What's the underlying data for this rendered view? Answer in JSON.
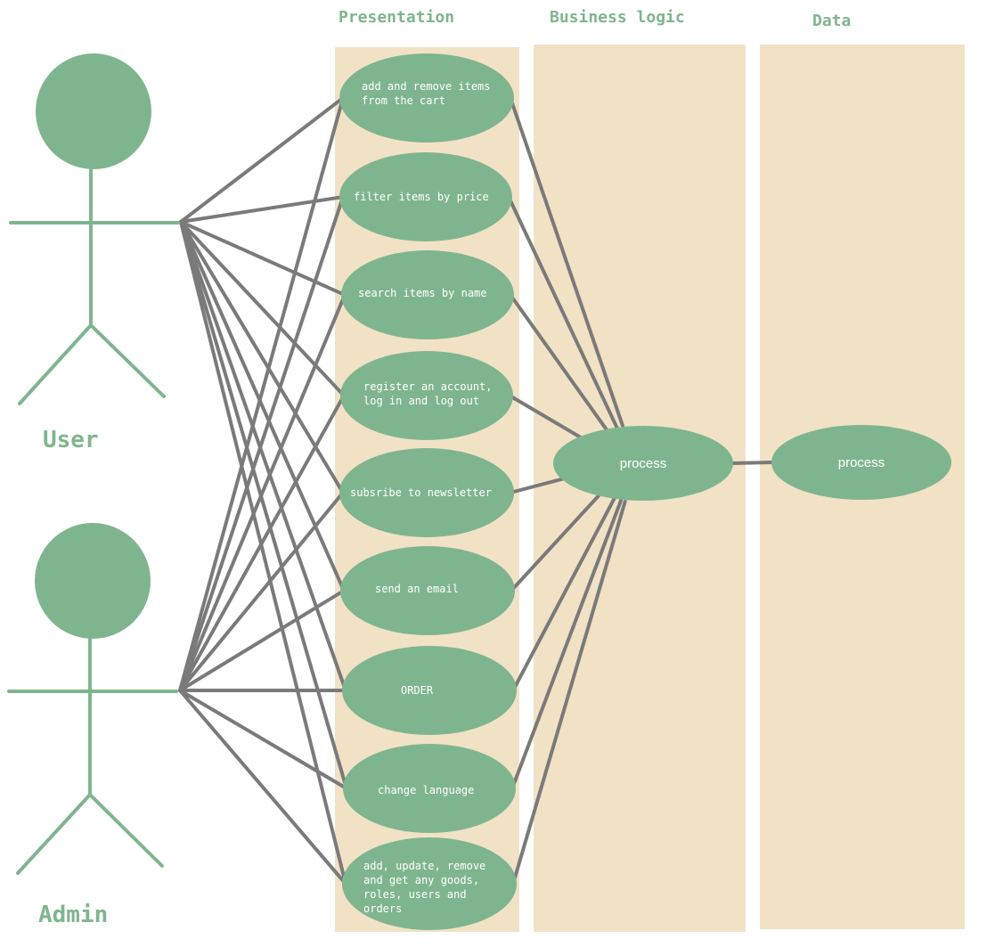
{
  "columns": {
    "presentation": "Presentation",
    "business": "Business logic",
    "data": "Data"
  },
  "actors": {
    "user": "User",
    "admin": "Admin"
  },
  "use_cases": [
    {
      "lines": [
        "add and remove items",
        "from the cart"
      ]
    },
    {
      "lines": [
        "filter items by price"
      ]
    },
    {
      "lines": [
        "search items by name"
      ]
    },
    {
      "lines": [
        "register an account,",
        "log in and log out"
      ]
    },
    {
      "lines": [
        "subsribe to newsletter"
      ]
    },
    {
      "lines": [
        "send an email"
      ]
    },
    {
      "lines": [
        "ORDER"
      ]
    },
    {
      "lines": [
        "change language"
      ]
    },
    {
      "lines": [
        "add, update, remove",
        "and get any goods,",
        "roles, users and",
        "orders"
      ]
    }
  ],
  "business_process": "process",
  "data_process": "process",
  "colors": {
    "node": "#7fb58e",
    "lane": "#f1e2c6",
    "edge": "#7a7a7a"
  }
}
